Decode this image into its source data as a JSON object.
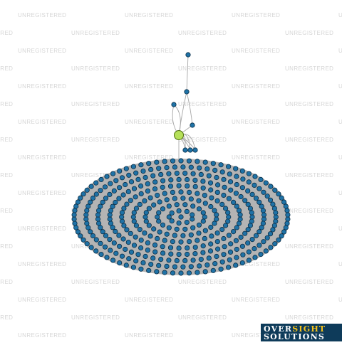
{
  "watermark": {
    "text": "UNREGISTERED"
  },
  "brand": {
    "line1_a": "OVER",
    "line1_b": "SIGHT",
    "line2": "SOLUTIONS"
  },
  "colors": {
    "node_fill": "#1f72a6",
    "node_stroke": "#0b2f47",
    "focus_node_fill": "#b6e05a",
    "focus_node_stroke": "#4f6f10",
    "edge": "#a8a8a8",
    "hull": "#b4b4b4"
  },
  "graph": {
    "focus_node": "highlighted-entity",
    "chain_nodes": 7,
    "cluster_nodes": 520
  }
}
